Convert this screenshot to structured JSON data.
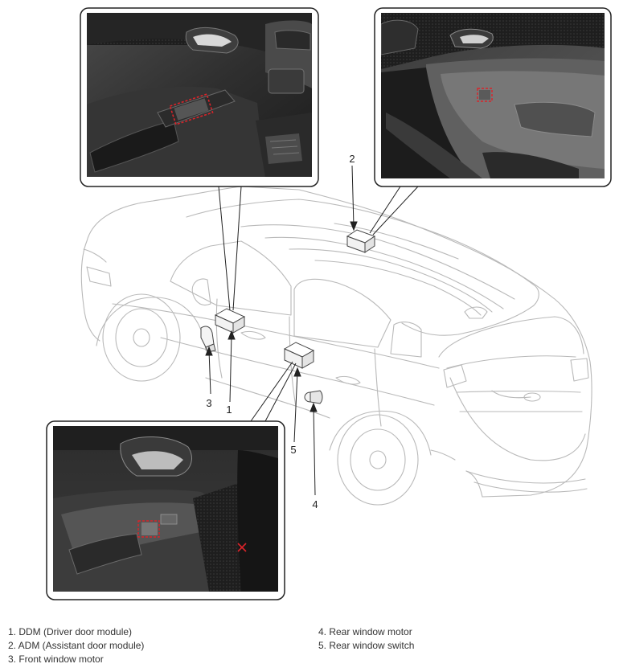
{
  "callouts": {
    "n1": "1",
    "n2": "2",
    "n3": "3",
    "n4": "4",
    "n5": "5"
  },
  "legend": {
    "items": [
      "1. DDM (Driver door module)",
      "2. ADM (Assistant door module)",
      "3. Front window motor",
      "4. Rear window motor",
      "5. Rear window switch"
    ]
  },
  "colors": {
    "line_art": "#b9b9b9",
    "leader": "#222222",
    "photo_dark": "#2b2b2b",
    "highlight": "#d9242a"
  }
}
